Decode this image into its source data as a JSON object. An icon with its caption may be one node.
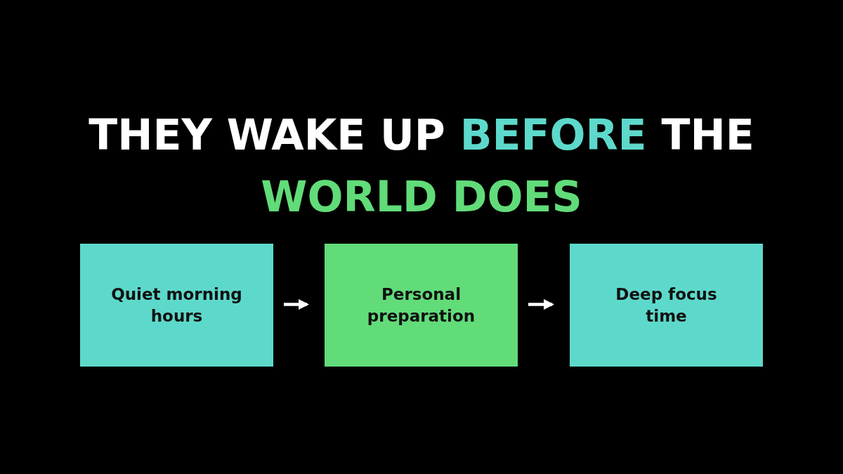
{
  "diagram": {
    "title": "THEY WAKE UP BEFORE THE WORLD DOES",
    "nodes": [
      {
        "text": [
          "Quiet morning hours"
        ]
      },
      {
        "text": [
          "Personal preparation"
        ]
      },
      {
        "text": [
          "Deep focus time"
        ]
      }
    ],
    "edges": [
      {
        "from": 0,
        "to": 1,
        "arrow": "to"
      },
      {
        "from": 1,
        "to": 2,
        "arrow": "to"
      }
    ]
  }
}
